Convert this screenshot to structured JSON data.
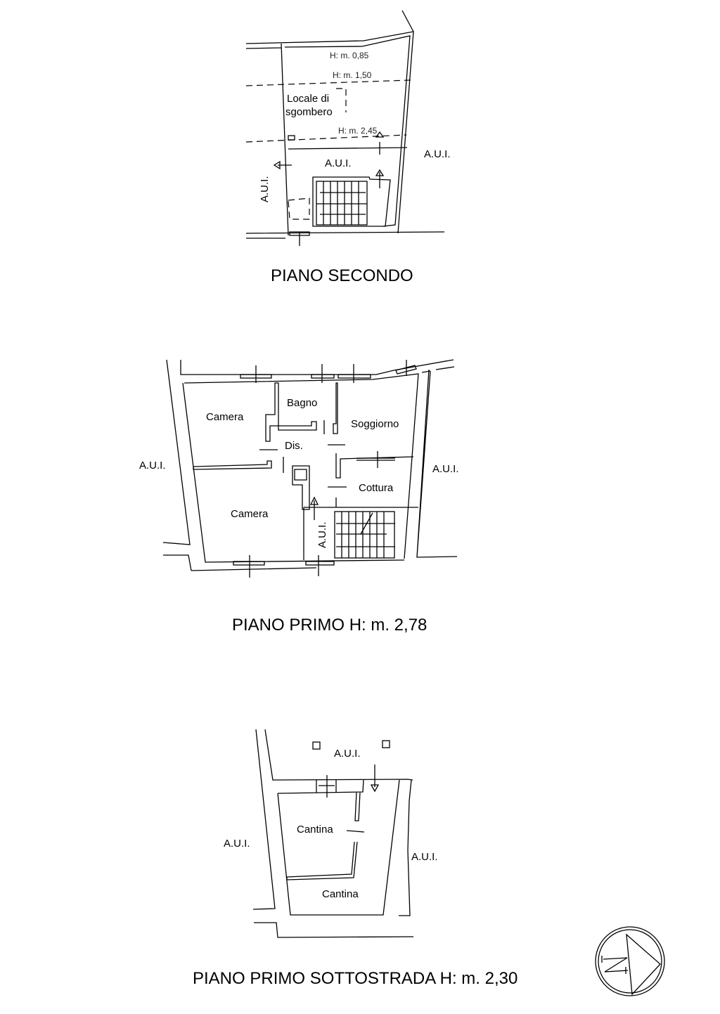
{
  "plans": {
    "second": {
      "title": "PIANO SECONDO",
      "heights": [
        "H: m. 0,85",
        "H: m. 1,50",
        "H: m. 2,45"
      ],
      "room_line1": "Locale di",
      "room_line2": "sgombero",
      "aui": "A.U.I."
    },
    "first": {
      "title": "PIANO PRIMO  H: m. 2,78",
      "rooms": [
        "Camera",
        "Bagno",
        "Soggiorno",
        "Dis.",
        "Cottura",
        "Camera"
      ],
      "aui": "A.U.I."
    },
    "basement": {
      "title": "PIANO PRIMO SOTTOSTRADA   H: m. 2,30",
      "rooms": [
        "Cantina",
        "Cantina"
      ],
      "aui": "A.U.I."
    }
  },
  "compass": {
    "icon": "north-arrow-icon"
  }
}
